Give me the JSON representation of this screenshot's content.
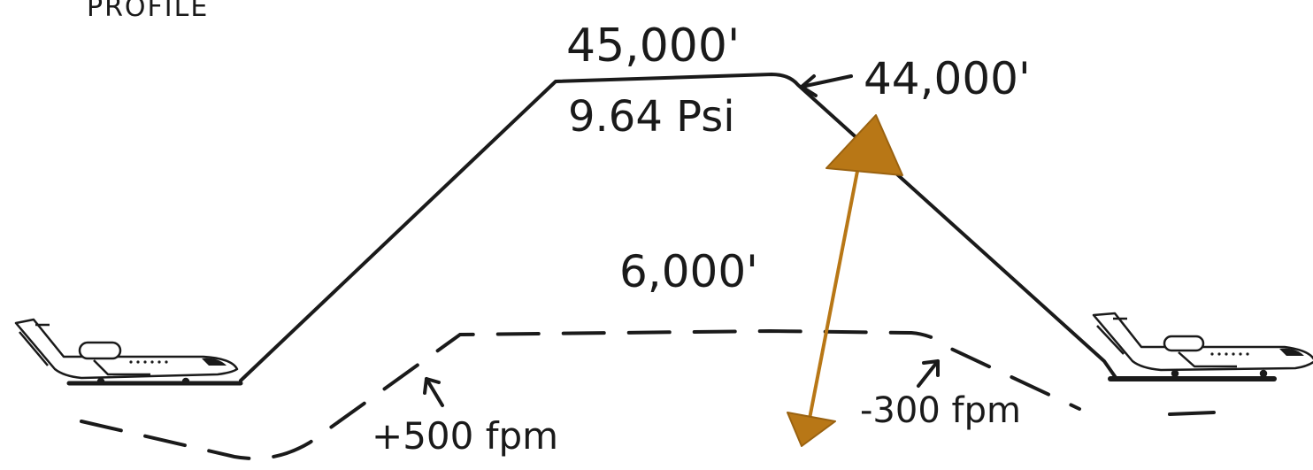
{
  "title": "Profile",
  "labels": {
    "cruise_altitude": "45,000'",
    "cruise_pressure": "9.64 Psi",
    "descent_altitude": "44,000'",
    "cabin_altitude": "6,000'",
    "climb_rate": "+500 fpm",
    "descent_rate": "-300 fpm"
  },
  "colors": {
    "ink": "#1a1a1a",
    "arrow": "#b87716"
  },
  "icons": {
    "departure": "jet-airplane-icon",
    "arrival": "jet-airplane-icon"
  }
}
